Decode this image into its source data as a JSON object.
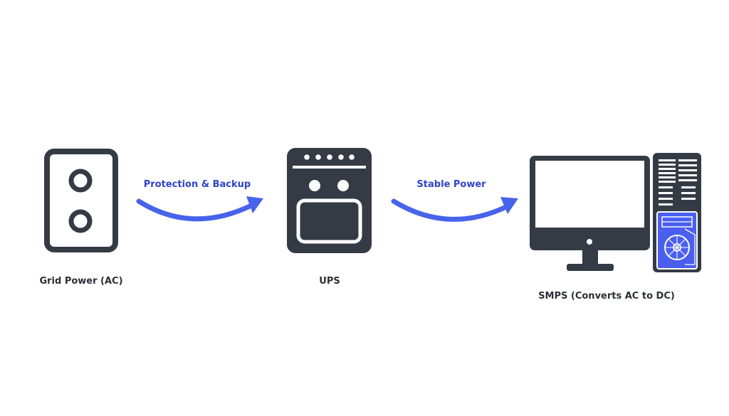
{
  "colors": {
    "icon": "#353b45",
    "arrow": "#4763ea",
    "edge_label": "#2f43c9",
    "node_label": "#2b2f36",
    "accent_panel": "#4a5ff0",
    "background": "#ffffff"
  },
  "nodes": [
    {
      "id": "grid",
      "label": "Grid Power (AC)",
      "icon": "wall-socket-icon"
    },
    {
      "id": "ups",
      "label": "UPS",
      "icon": "ups-icon"
    },
    {
      "id": "computer",
      "label": "SMPS (Converts AC to DC)",
      "icon": "desktop-computer-icon"
    }
  ],
  "edges": [
    {
      "from": "grid",
      "to": "ups",
      "label": "Protection & Backup"
    },
    {
      "from": "ups",
      "to": "computer",
      "label": "Stable Power"
    }
  ]
}
